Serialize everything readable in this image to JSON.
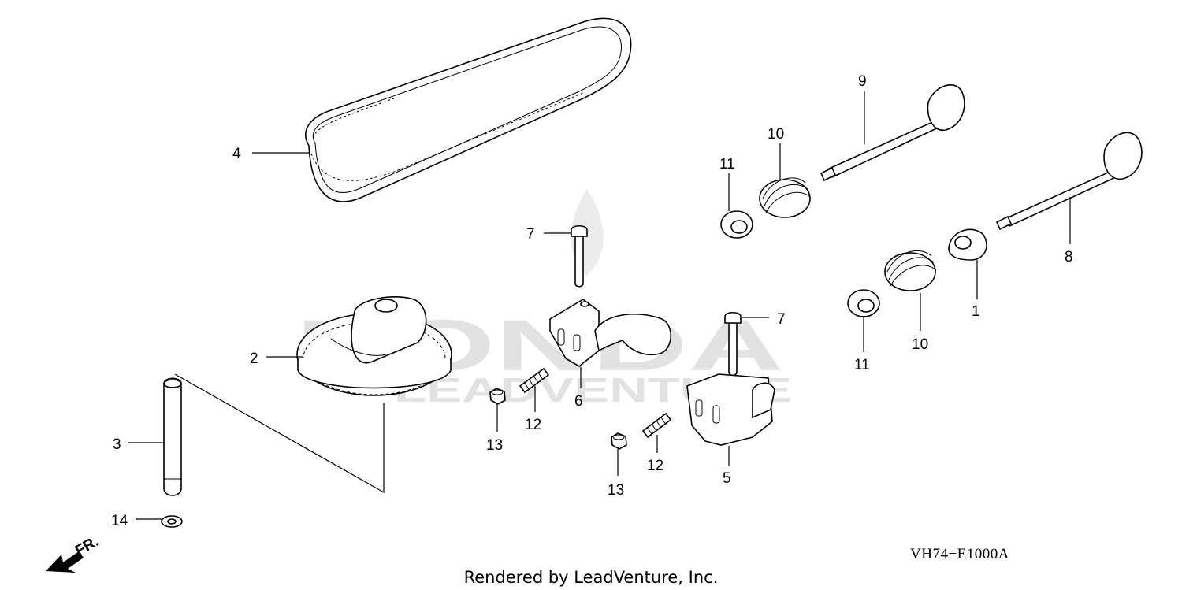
{
  "diagram": {
    "diagram_code": "VH74−E1000A",
    "credit": "Rendered by LeadVenture, Inc.",
    "front_arrow_label": "FR.",
    "watermark": {
      "top": "HONDA",
      "bottom": "LEADVENTURE"
    },
    "callouts": {
      "c1": "1",
      "c2": "2",
      "c3": "3",
      "c4": "4",
      "c5": "5",
      "c6": "6",
      "c7a": "7",
      "c7b": "7",
      "c8": "8",
      "c9": "9",
      "c10a": "10",
      "c10b": "10",
      "c11a": "11",
      "c11b": "11",
      "c12a": "12",
      "c12b": "12",
      "c13a": "13",
      "c13b": "13",
      "c14": "14"
    }
  }
}
